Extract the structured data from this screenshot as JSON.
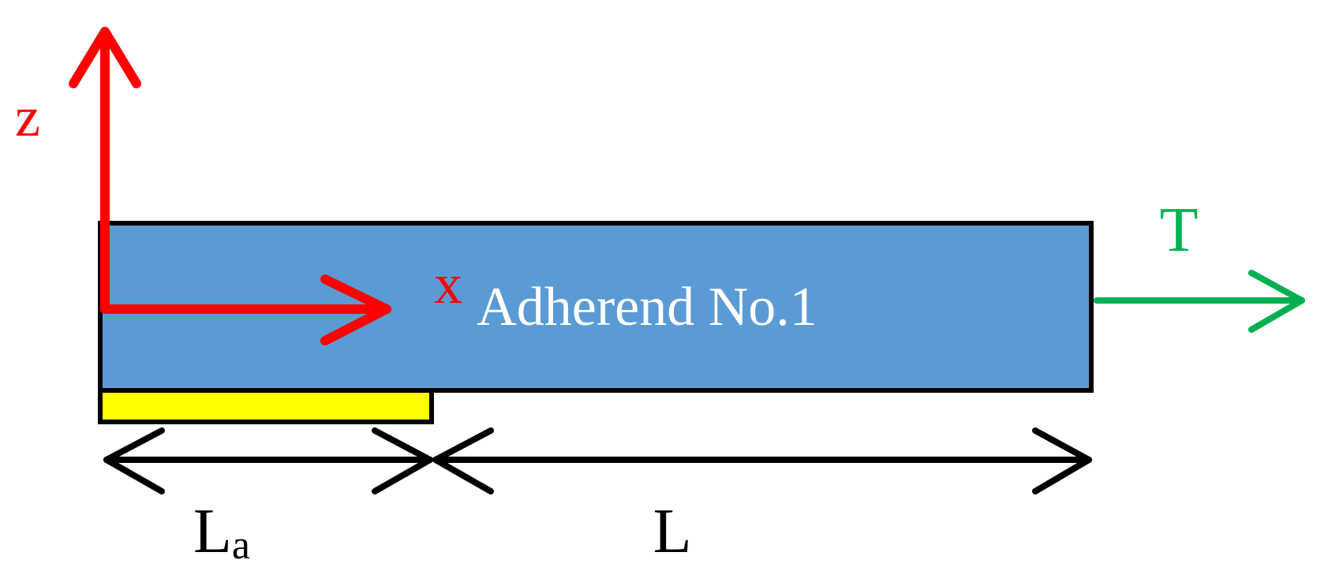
{
  "colors": {
    "adherend_fill": "#5B9BD5",
    "adhesive_fill": "#FFFF00",
    "outline": "#000000",
    "axis": "#FF0000",
    "force": "#00B050",
    "label_on_adherend": "#FFFFFF",
    "dimension": "#000000"
  },
  "axes": {
    "z_label": "z",
    "x_label": "x"
  },
  "adherend": {
    "label": "Adherend No.1"
  },
  "force": {
    "label": "T"
  },
  "dimensions": {
    "adhesive_length_main": "L",
    "adhesive_length_sub": "a",
    "free_length": "L"
  }
}
